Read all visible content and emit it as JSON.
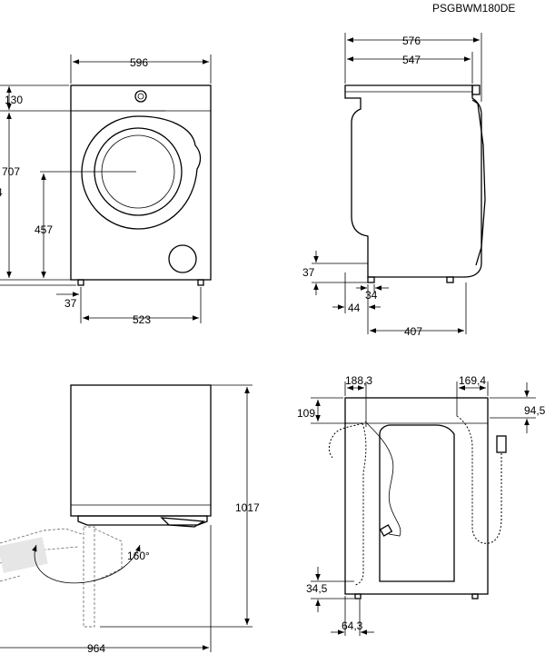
{
  "model_code": "PSGBWM180DE",
  "front_view": {
    "width": "596",
    "top_height": "130",
    "total_height": "707",
    "cut_height": "4",
    "door_center_height": "457",
    "foot_offset": "37",
    "foot_distance": "523"
  },
  "side_view": {
    "total_depth": "576",
    "body_depth": "547",
    "foot_height": "37",
    "foot_width": "34",
    "foot_offset": "44",
    "foot_distance": "407"
  },
  "top_view": {
    "height_door_open": "1017",
    "width_door_open": "964",
    "door_angle": "160°"
  },
  "back_view": {
    "inlet_offset_left": "188,3",
    "hose_offset_right": "169,4",
    "inlet_height_top": "109",
    "hose_height_top": "94,5",
    "outlet_height_bottom": "34,5",
    "outlet_offset_left": "64,3"
  }
}
